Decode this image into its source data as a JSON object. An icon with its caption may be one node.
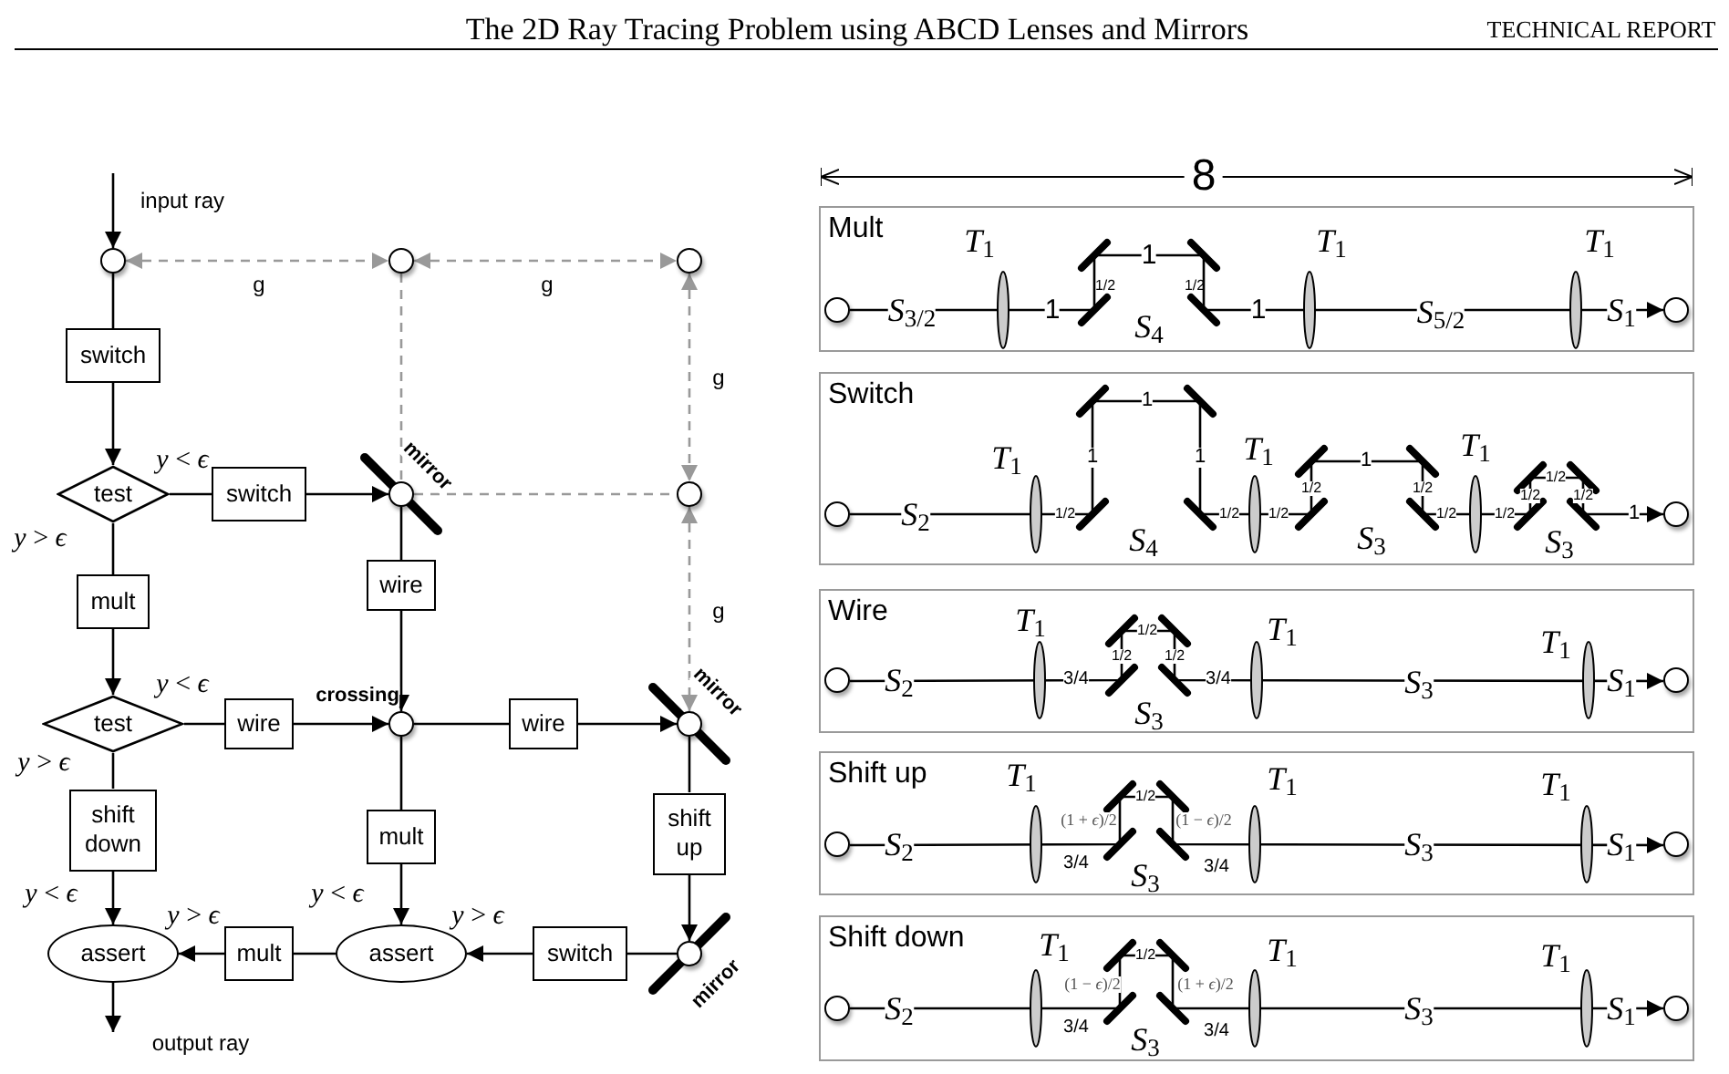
{
  "diagram": {
    "nodes": [
      {
        "text": [],
        "shape": "circle"
      },
      {
        "text": [],
        "shape": "circle"
      },
      {
        "text": [],
        "shape": "circle"
      },
      {
        "text": [
          "switch"
        ]
      },
      {
        "text": [
          "test"
        ]
      },
      {
        "text": [
          "switch"
        ]
      },
      {
        "text": [],
        "shape": "circle",
        "beside": [
          "mirror"
        ]
      },
      {
        "text": [],
        "shape": "circle"
      },
      {
        "text": [
          "mult"
        ]
      },
      {
        "text": [
          "wire"
        ]
      },
      {
        "text": [
          "test"
        ]
      },
      {
        "text": [
          "wire"
        ]
      },
      {
        "text": [],
        "shape": "circle",
        "beside": [
          "crossing"
        ]
      },
      {
        "text": [
          "wire"
        ]
      },
      {
        "text": [],
        "shape": "circle",
        "beside": [
          "mirror"
        ]
      },
      {
        "text": [
          "shift down"
        ]
      },
      {
        "text": [
          "mult"
        ]
      },
      {
        "text": [
          "shift up"
        ]
      },
      {
        "text": [
          "assert"
        ]
      },
      {
        "text": [
          "mult"
        ]
      },
      {
        "text": [
          "assert"
        ]
      },
      {
        "text": [
          "switch"
        ]
      },
      {
        "text": [],
        "shape": "circle",
        "beside": [
          "mirror"
        ]
      },
      {
        "text": [
          "Mult"
        ]
      },
      {
        "text": [],
        "shape": "circle",
        "in": 23
      },
      {
        "text": [],
        "shape": "circle",
        "in": 23
      },
      {
        "text": [
          "Switch"
        ]
      },
      {
        "text": [],
        "shape": "circle",
        "in": 26
      },
      {
        "text": [],
        "shape": "circle",
        "in": 26
      },
      {
        "text": [
          "Wire"
        ]
      },
      {
        "text": [],
        "shape": "circle",
        "in": 29
      },
      {
        "text": [],
        "shape": "circle",
        "in": 29
      },
      {
        "text": [
          "Shift up"
        ]
      },
      {
        "text": [],
        "shape": "circle",
        "in": 32
      },
      {
        "text": [],
        "shape": "circle",
        "in": 32
      },
      {
        "text": [
          "Shift down"
        ]
      },
      {
        "text": [],
        "shape": "circle",
        "in": 35
      },
      {
        "text": [],
        "shape": "circle",
        "in": 35
      }
    ],
    "edges": [
      {
        "from": null,
        "to": 0,
        "arrow": "to"
      },
      {
        "from": 0,
        "to": 1,
        "arrow": "both",
        "label": "g",
        "style": "dashed",
        "color": "#999999"
      },
      {
        "from": 1,
        "to": 2,
        "arrow": "both",
        "label": "g",
        "style": "dashed",
        "color": "#999999"
      },
      {
        "from": 2,
        "to": 7,
        "arrow": "both",
        "label": "g",
        "style": "dashed",
        "color": "#999999"
      },
      {
        "from": 7,
        "to": 14,
        "arrow": "both",
        "label": "g",
        "style": "dashed",
        "color": "#999999"
      },
      {
        "from": 1,
        "to": 6,
        "arrow": "none",
        "style": "dashed",
        "color": "#999999"
      },
      {
        "from": 6,
        "to": 7,
        "arrow": "none",
        "style": "dashed",
        "color": "#999999"
      },
      {
        "from": 0,
        "to": 3,
        "arrow": "none"
      },
      {
        "from": 3,
        "to": 4,
        "arrow": "to"
      },
      {
        "from": 4,
        "to": 5,
        "arrow": "none",
        "label": "*y* < *ϵ*"
      },
      {
        "from": 5,
        "to": 6,
        "arrow": "to"
      },
      {
        "from": 6,
        "to": 9,
        "arrow": "none"
      },
      {
        "from": 9,
        "to": 12,
        "arrow": "to"
      },
      {
        "from": 4,
        "to": 8,
        "arrow": "none",
        "label": "*y* > *ϵ*"
      },
      {
        "from": 8,
        "to": 10,
        "arrow": "to"
      },
      {
        "from": 10,
        "to": 11,
        "arrow": "none",
        "label": "*y* < *ϵ*"
      },
      {
        "from": 11,
        "to": 12,
        "arrow": "to"
      },
      {
        "from": 12,
        "to": 13,
        "arrow": "none"
      },
      {
        "from": 13,
        "to": 14,
        "arrow": "to"
      },
      {
        "from": 14,
        "to": 17,
        "arrow": "none"
      },
      {
        "from": 17,
        "to": 22,
        "arrow": "to"
      },
      {
        "from": 22,
        "to": 21,
        "arrow": "none"
      },
      {
        "from": 21,
        "to": 20,
        "arrow": "to",
        "label": "*y* > *ϵ*"
      },
      {
        "from": 12,
        "to": 16,
        "arrow": "none"
      },
      {
        "from": 16,
        "to": 20,
        "arrow": "to",
        "label": "*y* < *ϵ*"
      },
      {
        "from": 20,
        "to": 19,
        "arrow": "none"
      },
      {
        "from": 19,
        "to": 18,
        "arrow": "to",
        "label": "*y* > *ϵ*"
      },
      {
        "from": 10,
        "to": 15,
        "arrow": "none",
        "label": "*y* > *ϵ*"
      },
      {
        "from": 15,
        "to": 18,
        "arrow": "to",
        "label": "*y* < *ϵ*"
      },
      {
        "from": 18,
        "to": null,
        "arrow": "to"
      },
      {
        "from": 24,
        "to": 25,
        "arrow": "to"
      },
      {
        "from": 27,
        "to": 28,
        "arrow": "to"
      },
      {
        "from": 30,
        "to": 31,
        "arrow": "to"
      },
      {
        "from": 33,
        "to": 34,
        "arrow": "to"
      },
      {
        "from": 36,
        "to": 37,
        "arrow": "to"
      }
    ],
    "labels": [
      "The 2D Ray Tracing Problem using ABCD Lenses and Mirrors",
      "TECHNICAL REPORT",
      "input ray",
      "output ray",
      "8",
      "*T*$_{1}$",
      "*T*$_{1}$",
      "*T*$_{1}$",
      "*S*$_{3/2}$",
      "1",
      "1",
      "1/2",
      "1/2",
      "*S*$_{4}$",
      "1",
      "*S*$_{5/2}$",
      "*S*$_{1}$",
      "*T*$_{1}$",
      "*T*$_{1}$",
      "*T*$_{1}$",
      "*S*$_{2}$",
      "1",
      "1",
      "1",
      "1/2",
      "1/2",
      "1/2",
      "1",
      "1/2",
      "1/2",
      "1/2",
      "1/2",
      "1/2",
      "1/2",
      "1/2",
      "1",
      "*S*$_{4}$",
      "*S*$_{3}$",
      "*S*$_{3}$",
      "*T*$_{1}$",
      "*T*$_{1}$",
      "*T*$_{1}$",
      "*S*$_{2}$",
      "1/2",
      "1/2",
      "1/2",
      "3/4",
      "3/4",
      "*S*$_{3}$",
      "*S*$_{3}$",
      "*S*$_{1}$",
      "*T*$_{1}$",
      "*T*$_{1}$",
      "*T*$_{1}$",
      "*S*$_{2}$",
      "1/2",
      "(1 + *ϵ*)/2",
      "(1 − *ϵ*)/2",
      "3/4",
      "3/4",
      "*S*$_{3}$",
      "*S*$_{3}$",
      "*S*$_{1}$",
      "*T*$_{1}$",
      "*T*$_{1}$",
      "*T*$_{1}$",
      "*S*$_{2}$",
      "1/2",
      "(1 − *ϵ*)/2",
      "(1 + *ϵ*)/2",
      "3/4",
      "3/4",
      "*S*$_{3}$",
      "*S*$_{3}$",
      "*S*$_{1}$"
    ]
  }
}
